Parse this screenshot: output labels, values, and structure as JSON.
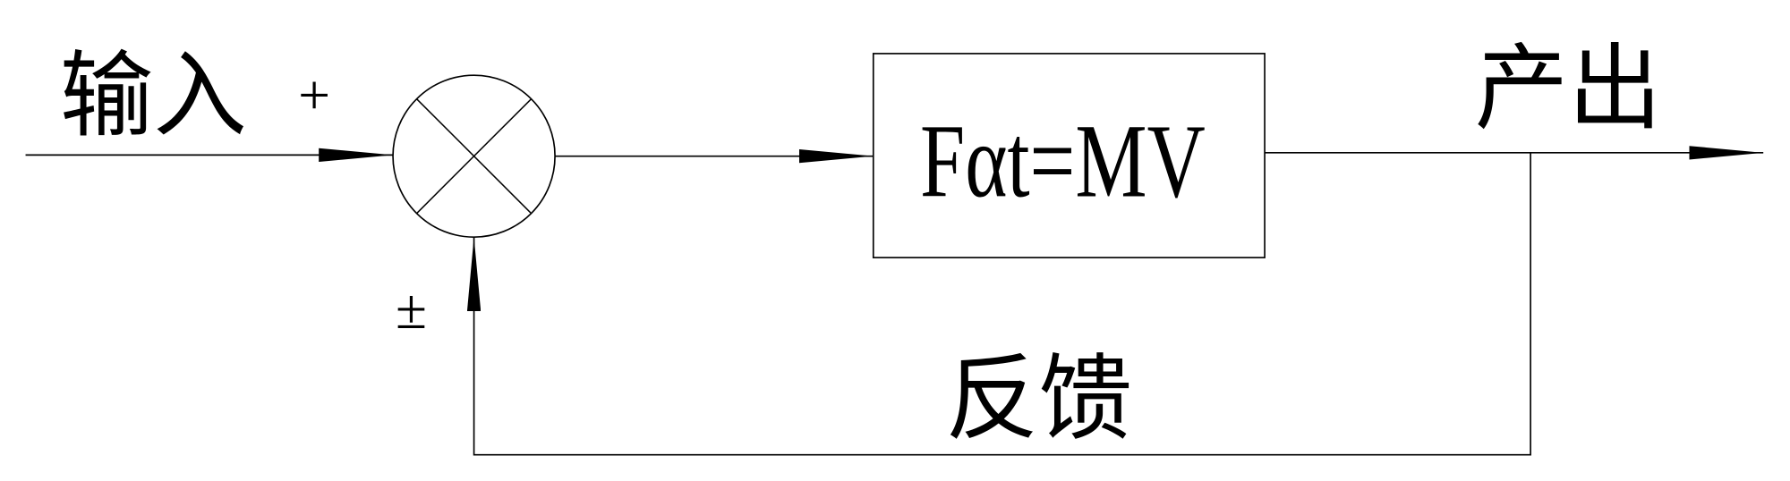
{
  "labels": {
    "input": "输入",
    "output": "产出",
    "feedback": "反馈",
    "plus": "+",
    "plus_minus": "±",
    "block_formula": "Fαt=MV"
  },
  "colors": {
    "line": "#000000",
    "background": "#ffffff"
  }
}
